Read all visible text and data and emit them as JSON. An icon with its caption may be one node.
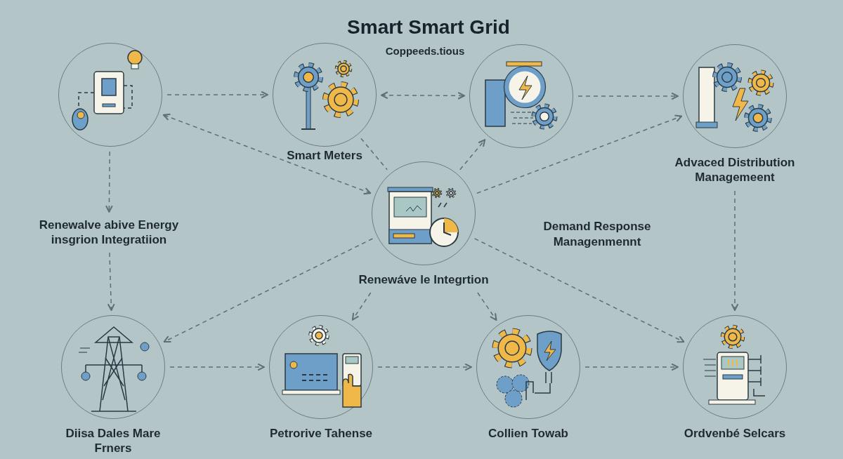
{
  "diagram": {
    "title": "Smart Smart Grid",
    "nodes": [
      {
        "text": [],
        "shape": "circle"
      },
      {
        "text": [
          "Smart Meters"
        ]
      },
      {
        "text": [],
        "shape": "circle"
      },
      {
        "text": [
          "Advaced Distribution Managemeent"
        ]
      },
      {
        "text": [
          "Renewalve abive Energy insgrion Integratiion"
        ]
      },
      {
        "text": [
          "Renewáve le Integrtion"
        ]
      },
      {
        "text": [
          "Diisa Dales Mare Frners"
        ]
      },
      {
        "text": [
          "Petrorive Tahense"
        ]
      },
      {
        "text": [
          "Collien Towab"
        ]
      },
      {
        "text": [
          "Ordvenbé Selcars"
        ]
      }
    ],
    "edges": [
      {
        "from": 0,
        "to": 1,
        "arrow": "to"
      },
      {
        "from": 1,
        "to": 2,
        "arrow": "both"
      },
      {
        "from": 2,
        "to": 3,
        "arrow": "to"
      },
      {
        "from": 0,
        "to": 4,
        "arrow": "to"
      },
      {
        "from": 5,
        "to": 0,
        "arrow": "both"
      },
      {
        "from": 1,
        "to": 5,
        "arrow": "none"
      },
      {
        "from": 5,
        "to": 2,
        "arrow": "to"
      },
      {
        "from": 5,
        "to": 3,
        "arrow": "to"
      },
      {
        "from": 4,
        "to": 6,
        "arrow": "to"
      },
      {
        "from": 5,
        "to": 6,
        "arrow": "to"
      },
      {
        "from": 5,
        "to": 7,
        "arrow": "to"
      },
      {
        "from": 5,
        "to": 8,
        "arrow": "to"
      },
      {
        "from": 5,
        "to": 9,
        "arrow": "to"
      },
      {
        "from": 3,
        "to": 9,
        "arrow": "to"
      },
      {
        "from": 6,
        "to": 7,
        "arrow": "to"
      },
      {
        "from": 7,
        "to": 8,
        "arrow": "to"
      },
      {
        "from": 8,
        "to": 9,
        "arrow": "to"
      }
    ],
    "labels": [
      "Coppeeds.tious",
      "Demand Response Managenmennt"
    ]
  }
}
